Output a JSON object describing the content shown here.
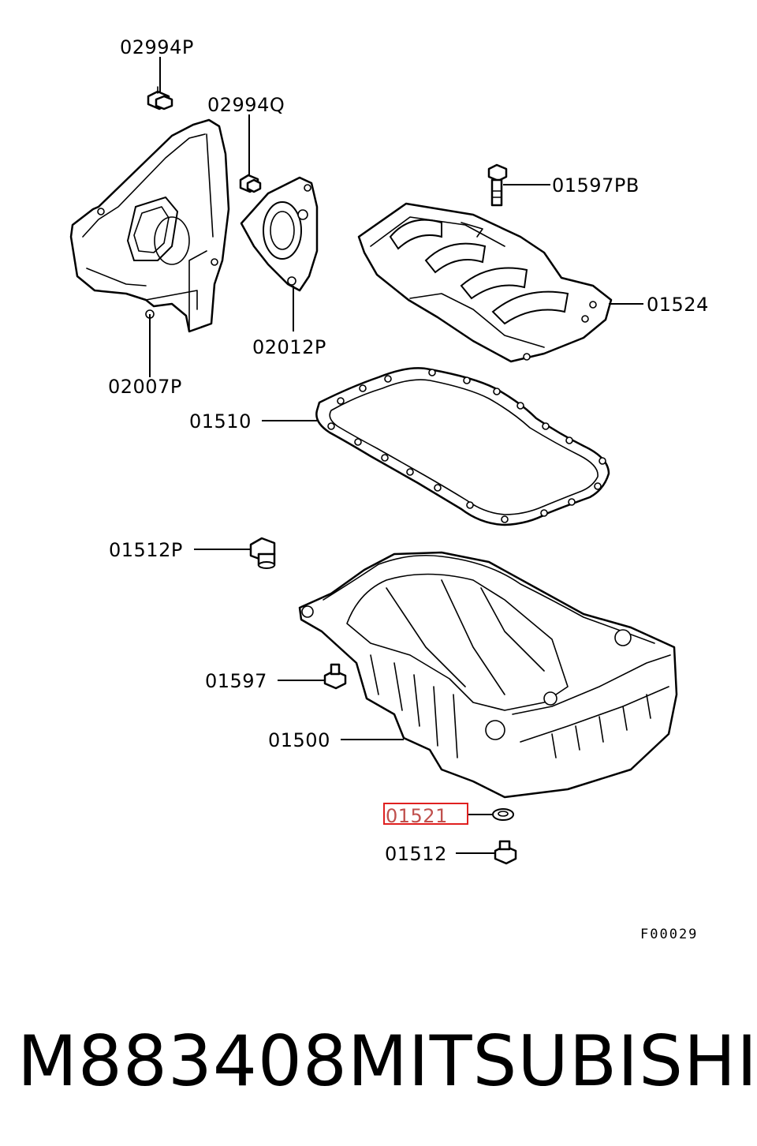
{
  "parts": [
    {
      "id": "p02994p",
      "label": "02994P"
    },
    {
      "id": "p02994q",
      "label": "02994Q"
    },
    {
      "id": "p01597pb",
      "label": "01597PB"
    },
    {
      "id": "p01524",
      "label": "01524"
    },
    {
      "id": "p02012p",
      "label": "02012P"
    },
    {
      "id": "p02007p",
      "label": "02007P"
    },
    {
      "id": "p01510",
      "label": "01510"
    },
    {
      "id": "p01512p",
      "label": "01512P"
    },
    {
      "id": "p01597",
      "label": "01597"
    },
    {
      "id": "p01500",
      "label": "01500"
    },
    {
      "id": "p01521",
      "label": "01521",
      "highlight_color": "#e02020"
    },
    {
      "id": "p01512",
      "label": "01512"
    }
  ],
  "figure_code": "F00029",
  "caption": {
    "part_number": "M883408",
    "brand": "MITSUBISHI"
  }
}
